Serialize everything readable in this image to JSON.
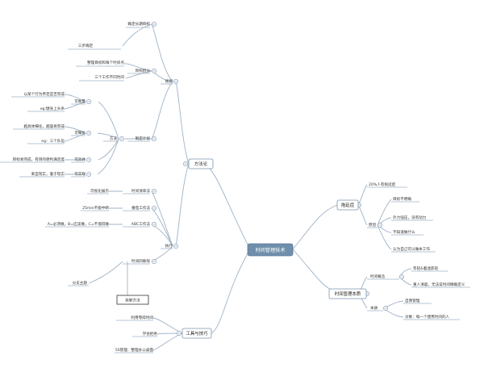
{
  "center": "时间管理技术",
  "branches": {
    "method": "方法论",
    "tools": "工具与技巧",
    "trap": "拖延症",
    "essence": "时间管理本质"
  },
  "plan_group": {
    "title": "规划",
    "goal_desc": "确定长期目标",
    "three_steps": "三步确定",
    "goal_break": "目标拆分",
    "big_to_small": "整理目标和每个时间点",
    "three_days": "三个工作不同时间",
    "make_plan": "制定计划",
    "method": "方法",
    "measurable": "可衡量",
    "measurable_a": "以某个行为界定是否完成",
    "measurable_b": "eg:健身上头条",
    "detail": "可细化",
    "detail_a": "越具体细化，越容易完成",
    "detail_b": "eg：三个队伍",
    "concrete": "可具体",
    "concrete_a": "目标易完成，有目的便利满足度",
    "feasible": "可实现",
    "feasible_a": "来自现实，着于现实"
  },
  "exec_group": {
    "title": "执行",
    "vis": "可视化展示",
    "time_list": "时间清单法",
    "no_interrupt": "25min不能中断",
    "tomato": "番茄工作法",
    "abc_desc": "A=必须做，B=应该做，C=不值得做",
    "abc": "ABC工作法",
    "quadrant": "时间四象限",
    "divide_wall": "分支主题",
    "lunch_tag": "拆解方法"
  },
  "tools_group": {
    "fragment": "利用零碎时间",
    "refuse": "学会拒绝",
    "five_s": "5S管理：整理办公桌面"
  },
  "trap_group": {
    "pct": "20%人有拖延症",
    "reason": "原因",
    "unclear": "目标不明确",
    "no_pressure": "外力强压，没有动力",
    "no_idea": "不知道做什么",
    "self_talk": "认为自己可以做本工作"
  },
  "essence_group": {
    "concept": "时间概念",
    "c_a": "年轻&着迷即逝",
    "c_b": "重人清晨，无法说时间精确定义",
    "nature": "本质",
    "n_a": "自我管理",
    "n_b": "对象：每一个使用时间的人"
  }
}
